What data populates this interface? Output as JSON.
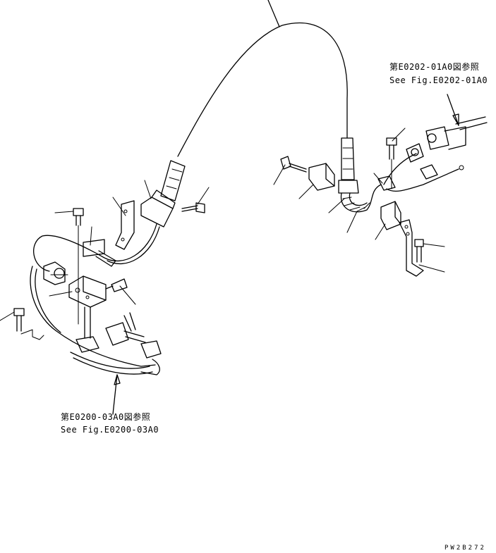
{
  "references": {
    "right_ja": "第E0202-01A0図参照",
    "right_en": "See Fig.E0202-01A0",
    "left_ja": "第E0200-03A0図参照",
    "left_en": "See Fig.E0200-03A0"
  },
  "drawing_code": "PW2B272"
}
